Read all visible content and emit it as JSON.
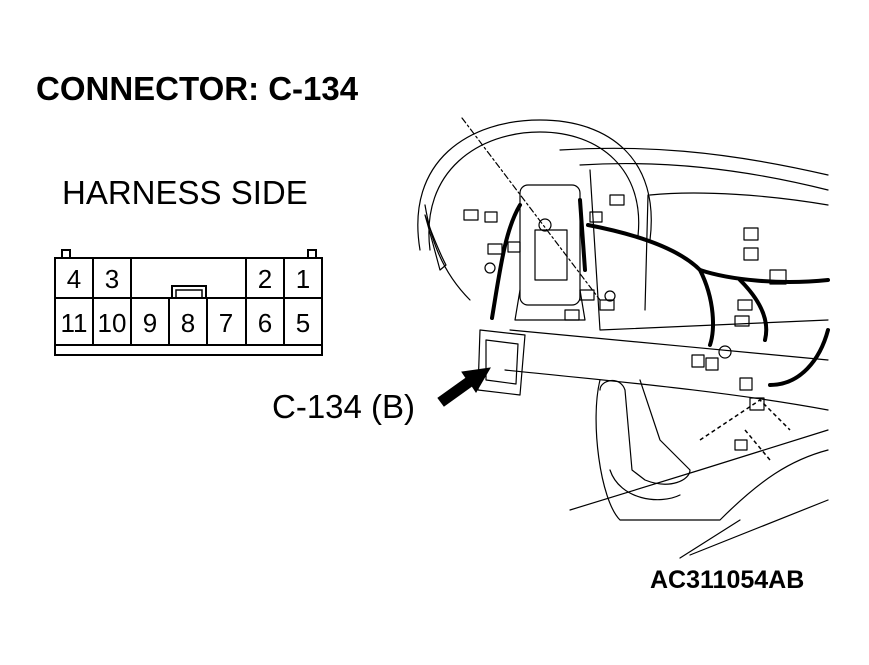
{
  "title": "CONNECTOR: C-134",
  "view_label": "HARNESS SIDE",
  "callout_label": "C-134 (B)",
  "figure_id": "AC311054AB",
  "connector": {
    "top_row": [
      "4",
      "3",
      "",
      "",
      "",
      "2",
      "1"
    ],
    "bottom_row": [
      "11",
      "10",
      "9",
      "8",
      "7",
      "6",
      "5"
    ]
  },
  "illustration": "dashboard-wiring-harness"
}
